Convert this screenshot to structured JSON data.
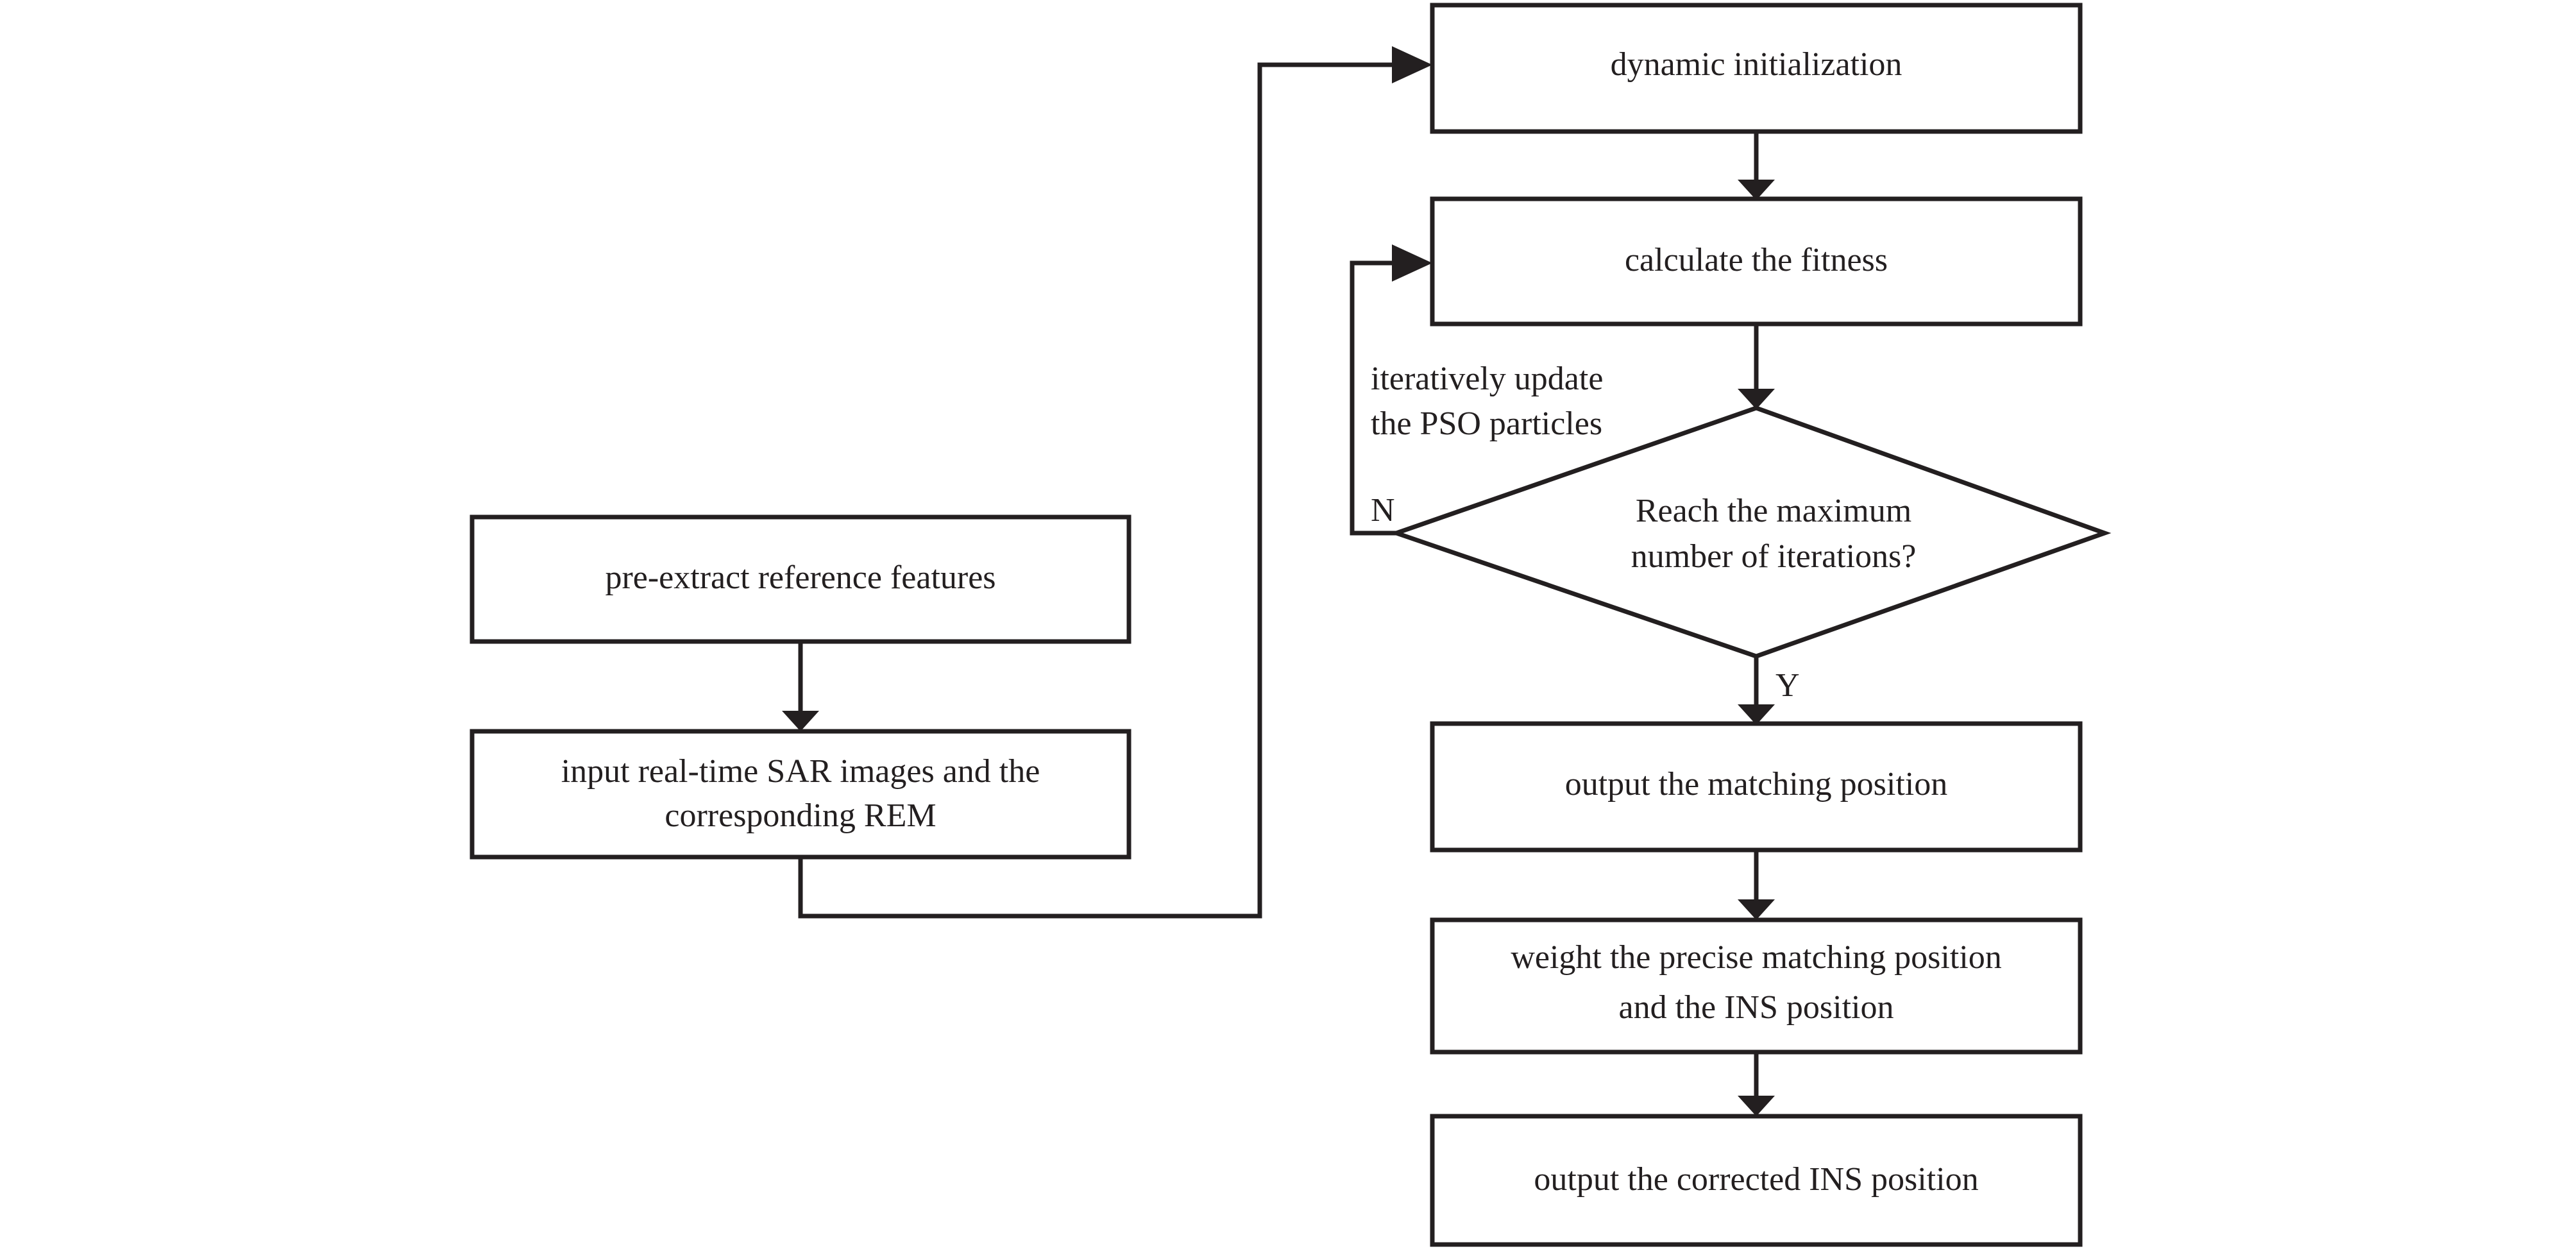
{
  "diagram": {
    "title": "SAR scene matching aided INS correction flowchart",
    "stroke_color": "#231f20",
    "fill_color": "#ffffff",
    "background": "#ffffff",
    "nodes": {
      "pre_extract": {
        "label": "pre-extract reference features",
        "shape": "rectangle"
      },
      "input_sar": {
        "label_line1": "input real-time SAR images and the",
        "label_line2": "corresponding REM",
        "shape": "rectangle"
      },
      "dynamic_init": {
        "label": "dynamic initialization",
        "shape": "rectangle"
      },
      "calc_fitness": {
        "label": "calculate the fitness",
        "shape": "rectangle"
      },
      "decision": {
        "label_line1": "Reach the maximum",
        "label_line2": "number of iterations?",
        "shape": "diamond"
      },
      "output_match": {
        "label": "output the  matching position",
        "shape": "rectangle"
      },
      "weight_pos": {
        "label_line1": "weight the precise matching position",
        "label_line2": "and the INS position",
        "shape": "rectangle"
      },
      "output_ins": {
        "label": "output the corrected INS position",
        "shape": "rectangle"
      }
    },
    "edge_labels": {
      "feedback_line1": "iteratively update",
      "feedback_line2": "the PSO particles",
      "no_branch": "N",
      "yes_branch": "Y"
    }
  }
}
